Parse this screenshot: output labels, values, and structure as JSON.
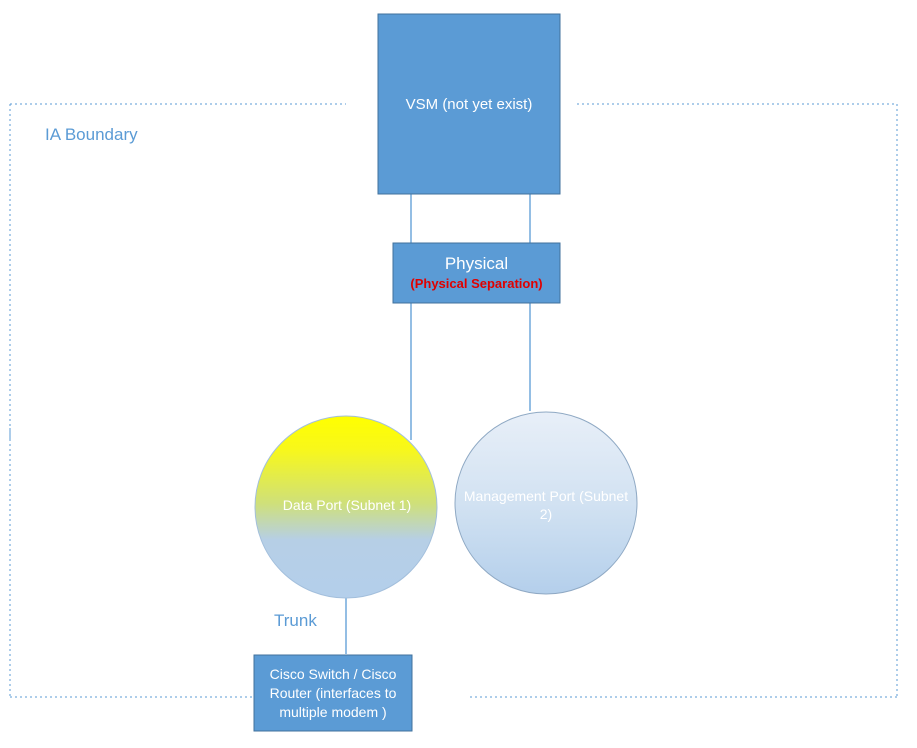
{
  "boundary": {
    "label": "IA Boundary"
  },
  "nodes": {
    "vsm": {
      "label": "VSM (not yet exist)"
    },
    "physical": {
      "title": "Physical",
      "subtitle": "(Physical Separation)"
    },
    "data_port": {
      "label": "Data Port (Subnet 1)"
    },
    "management_port": {
      "label": "Management Port (Subnet 2)"
    },
    "cisco": {
      "label": "Cisco Switch / Cisco Router (interfaces to multiple modem )"
    }
  },
  "edges": {
    "trunk_label": "Trunk"
  },
  "colors": {
    "box_fill": "#5b9bd5",
    "box_border": "#41719c",
    "line": "#5b9bd5",
    "boundary_line": "#5b9bd5",
    "label_text": "#5b9bd5",
    "separation_text": "#e00000",
    "data_port_gradient_top": "#ffff00",
    "circle_gradient_bottom": "#b4cfeb",
    "management_port_gradient_top": "#e6eef8"
  }
}
